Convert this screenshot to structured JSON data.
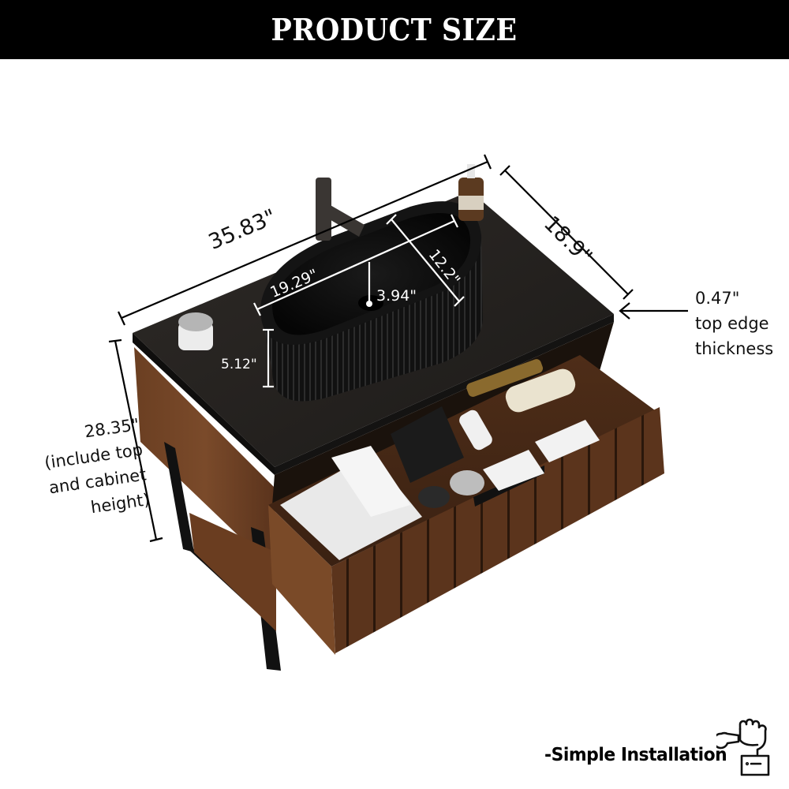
{
  "header": {
    "title": "PRODUCT SIZE",
    "background": "#000000",
    "text_color": "#ffffff"
  },
  "product": {
    "name": "bathroom vanity with vessel sink",
    "countertop_color": "#262321",
    "cabinet_color": "#5a3520",
    "sink_color": "#0e0e0e",
    "frame_color": "#111111"
  },
  "dimensions": {
    "width": "35.83\"",
    "depth": "18.9\"",
    "sink_length": "19.29\"",
    "sink_width": "12.2\"",
    "sink_height": "5.12\"",
    "drain_offset": "3.94\"",
    "top_thickness": {
      "value": "0.47\"",
      "line1": "top edge",
      "line2": "thickness"
    },
    "total_height": {
      "value": "28.35\"",
      "line1": "(include top",
      "line2": "and cabinet",
      "line3": "height)"
    }
  },
  "footer": {
    "label": "-Simple Installation",
    "icon": "wrench-fist-icon"
  }
}
